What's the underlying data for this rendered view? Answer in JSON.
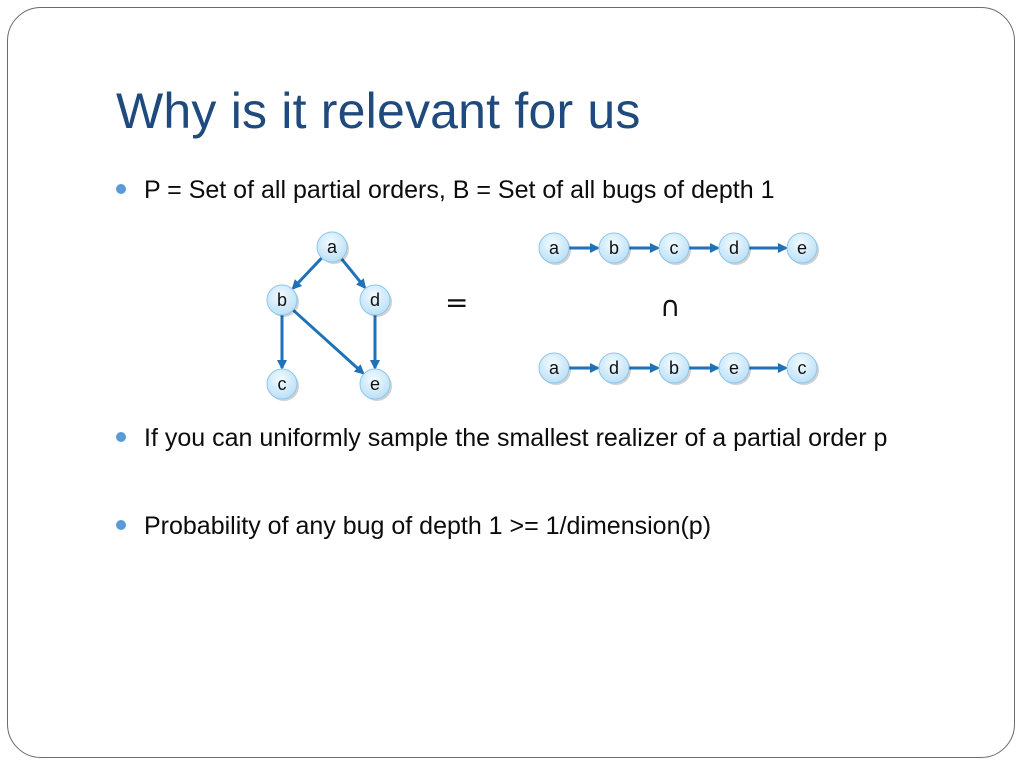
{
  "title": "Why is it relevant for us",
  "bullets": [
    "P = Set of all partial orders, B = Set of all bugs of depth 1",
    "If you can uniformly sample the smallest realizer of a partial order p",
    "Probability of any bug of depth 1 >= 1/dimension(p)"
  ],
  "symbols": {
    "equals": "=",
    "intersection": "∩"
  },
  "graph": {
    "nodes": [
      "a",
      "b",
      "c",
      "d",
      "e"
    ],
    "edges": [
      [
        "a",
        "b"
      ],
      [
        "a",
        "d"
      ],
      [
        "b",
        "c"
      ],
      [
        "b",
        "e"
      ],
      [
        "d",
        "e"
      ]
    ]
  },
  "chain1": [
    "a",
    "b",
    "c",
    "d",
    "e"
  ],
  "chain2": [
    "a",
    "d",
    "b",
    "e",
    "c"
  ],
  "colors": {
    "title": "#1f4a7e",
    "bullet": "#5b9bd5",
    "arrow": "#1f72b8",
    "node_fill": "#cfe9fb"
  }
}
